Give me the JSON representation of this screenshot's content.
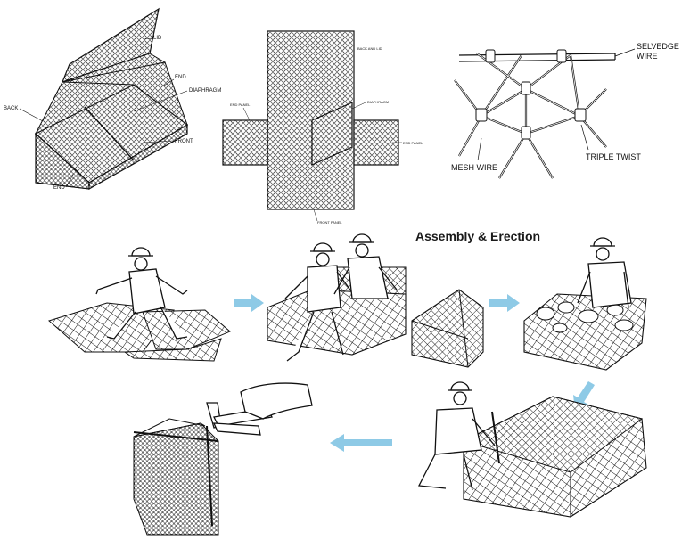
{
  "top_diagrams": {
    "box_labels": {
      "lid": "LID",
      "end_top": "END",
      "diaphragm": "DIAPHRAGM",
      "back": "BACK",
      "front": "FRONT",
      "end_bottom": "END"
    },
    "plan_labels": {
      "back_and_lid": "BACK AND LID",
      "diaphragm": "DIAPHRAGM",
      "end_panel_left": "END PANEL",
      "end_panel_right": "END PANEL",
      "front_panel": "FRONT PANEL"
    },
    "mesh_labels": {
      "selvedge_line1": "SELVEDGE",
      "selvedge_line2": "WIRE",
      "mesh_wire": "MESH WIRE",
      "triple_twist": "TRIPLE TWIST"
    }
  },
  "assembly": {
    "title": "Assembly & Erection",
    "arrow_color": "#8ecae6",
    "steps": [
      {
        "name": "unfold-panels"
      },
      {
        "name": "form-box"
      },
      {
        "name": "place-box"
      },
      {
        "name": "fill-stones"
      },
      {
        "name": "close-lid"
      },
      {
        "name": "tie-edges"
      }
    ]
  }
}
